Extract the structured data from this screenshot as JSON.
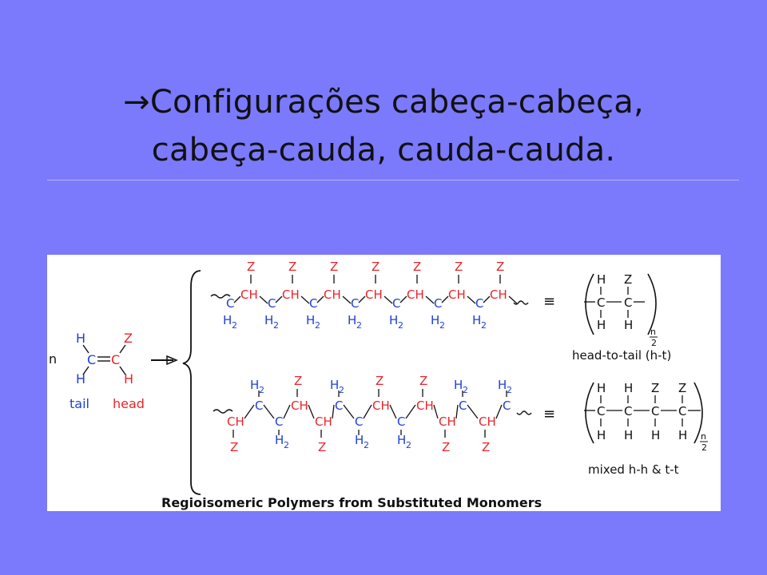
{
  "slide": {
    "title_arrow": "→",
    "title_line1": "Configurações cabeça-cabeça,",
    "title_line2": "cabeça-cauda, cauda-cauda."
  },
  "figure": {
    "caption": "Regioisomeric Polymers from Substituted Monomers",
    "monomer": {
      "coefficient": "n",
      "tail_label": "tail",
      "head_label": "head",
      "atom_h": "H",
      "atom_c": "C",
      "atom_z": "Z"
    },
    "row1": {
      "substituent": "Z",
      "ch": "CH",
      "c": "C",
      "h2": "H",
      "sub2": "2",
      "equiv": "≡",
      "label": "head-to-tail (h-t)",
      "frac_num": "n",
      "frac_den": "2"
    },
    "row2": {
      "equiv": "≡",
      "label": "mixed h-h & t-t",
      "frac_num": "n",
      "frac_den": "2"
    },
    "colors": {
      "red": "#e8252b",
      "blue": "#1f3fd6",
      "black": "#111111",
      "background": "#7b79fc"
    }
  }
}
